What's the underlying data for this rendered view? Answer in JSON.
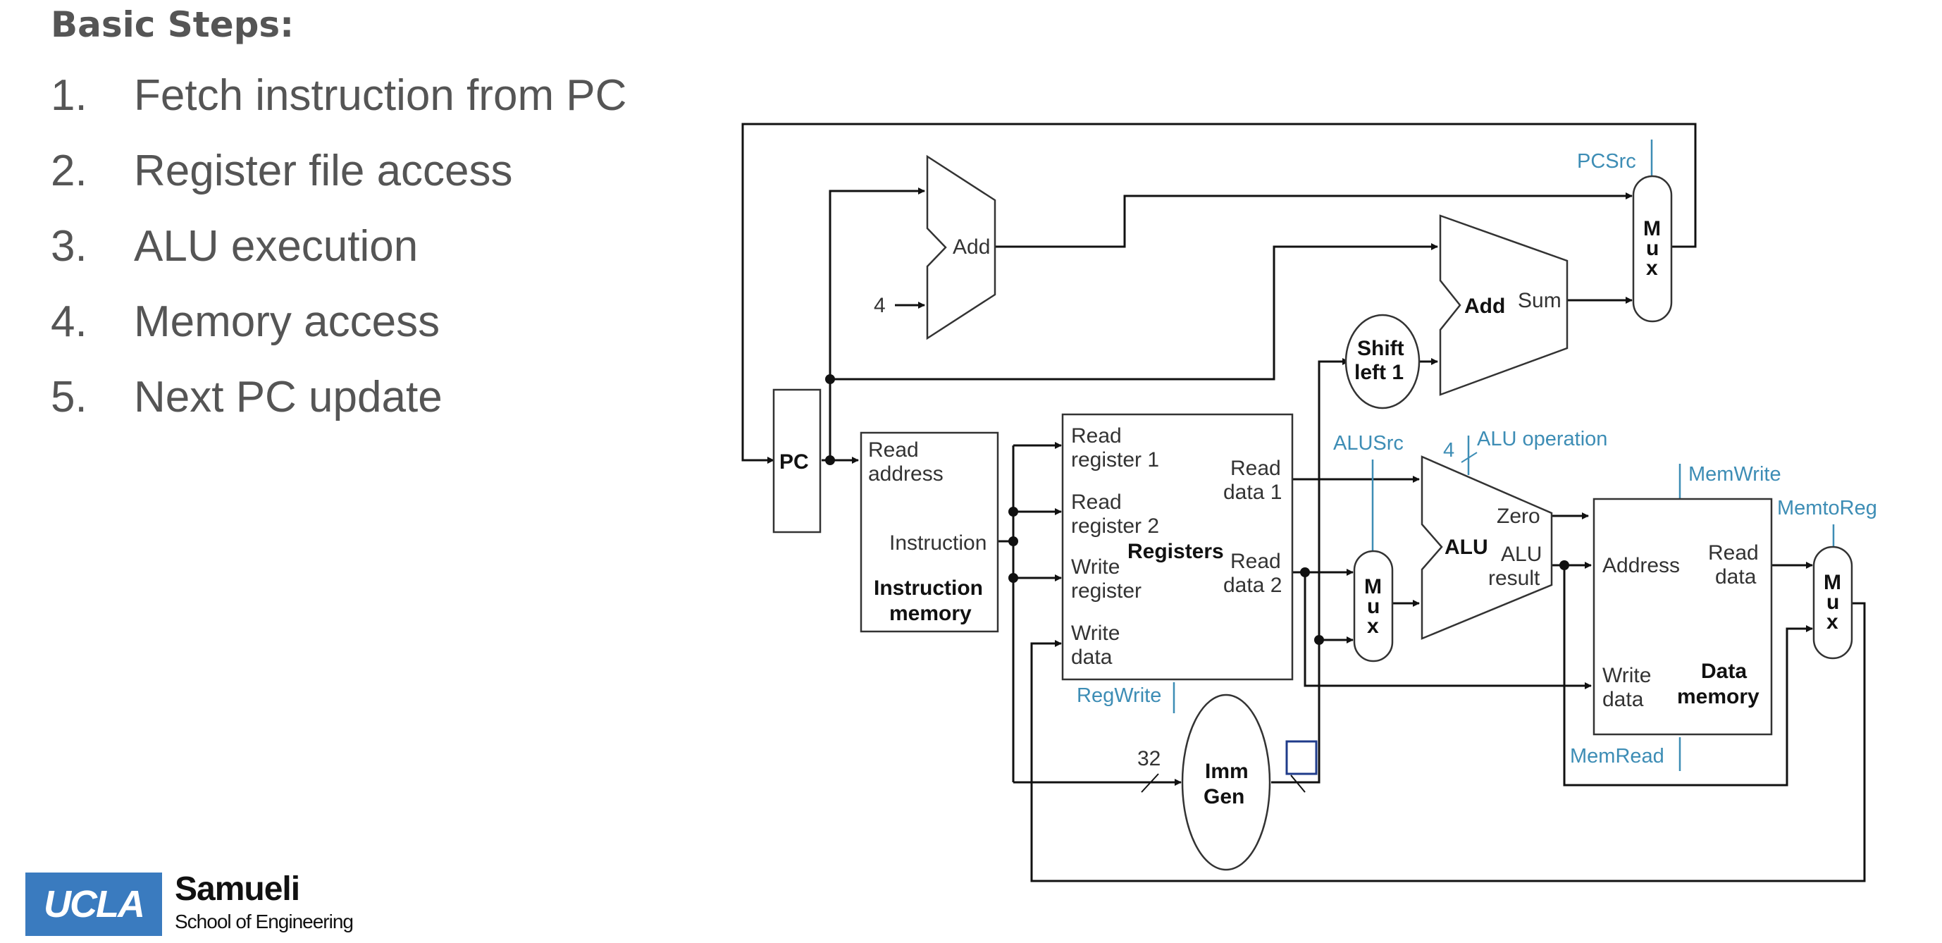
{
  "slide": {
    "heading": "Basic Steps:",
    "steps": [
      {
        "num": "1.",
        "text": "Fetch instruction from PC"
      },
      {
        "num": "2.",
        "text": "Register file access"
      },
      {
        "num": "3.",
        "text": "ALU execution"
      },
      {
        "num": "4.",
        "text": "Memory access"
      },
      {
        "num": "5.",
        "text": "Next PC update"
      }
    ]
  },
  "logo": {
    "box_text": "UCLA",
    "name": "Samueli",
    "subtitle": "School of Engineering",
    "color": "#3a7bbf"
  },
  "diagram": {
    "pc": "PC",
    "add_top": "Add",
    "const_four": "4",
    "add_branch": "Add",
    "sum": "Sum",
    "shift_line1": "Shift",
    "shift_line2": "left 1",
    "pc_mux": [
      "M",
      "u",
      "x"
    ],
    "alu_mux": [
      "M",
      "u",
      "x"
    ],
    "wb_mux": [
      "M",
      "u",
      "x"
    ],
    "instr_mem": {
      "read_address_1": "Read",
      "read_address_2": "address",
      "instruction": "Instruction",
      "title_1": "Instruction",
      "title_2": "memory"
    },
    "registers": {
      "read_reg1_1": "Read",
      "read_reg1_2": "register 1",
      "read_reg2_1": "Read",
      "read_reg2_2": "register 2",
      "write_reg_1": "Write",
      "write_reg_2": "register",
      "write_data_1": "Write",
      "write_data_2": "data",
      "read_data1_1": "Read",
      "read_data1_2": "data 1",
      "read_data2_1": "Read",
      "read_data2_2": "data 2",
      "title": "Registers"
    },
    "alu": {
      "title": "ALU",
      "zero": "Zero",
      "result_1": "ALU",
      "result_2": "result"
    },
    "data_mem": {
      "address": "Address",
      "read_data_1": "Read",
      "read_data_2": "data",
      "write_data_1": "Write",
      "write_data_2": "data",
      "title_1": "Data",
      "title_2": "memory"
    },
    "imm_gen_1": "Imm",
    "imm_gen_2": "Gen",
    "bits_32": "32",
    "alu_op_bits": "4",
    "control": {
      "pcsrc": "PCSrc",
      "alusrc": "ALUSrc",
      "alu_operation": "ALU operation",
      "memwrite": "MemWrite",
      "memtoreg": "MemtoReg",
      "regwrite": "RegWrite",
      "memread": "MemRead"
    },
    "control_color": "#3d8db5"
  }
}
